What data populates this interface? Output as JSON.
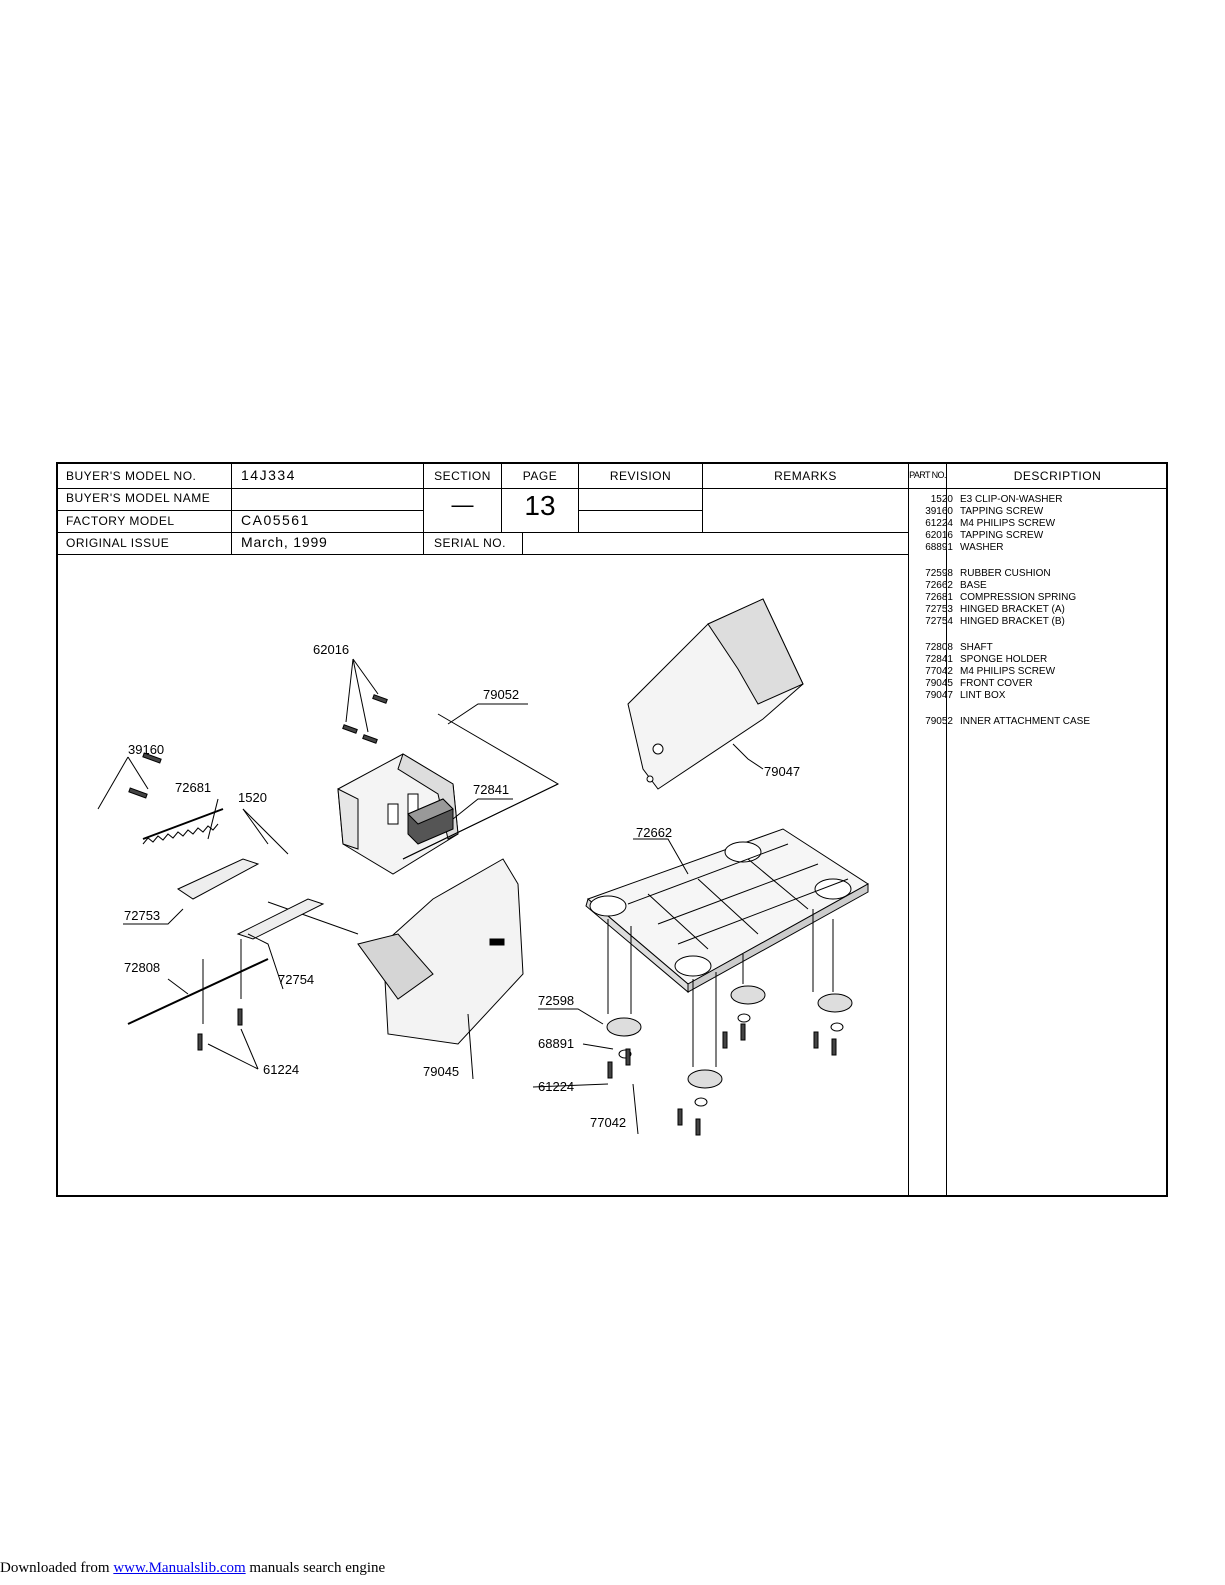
{
  "header": {
    "buyers_model_no_label": "BUYER'S MODEL NO.",
    "buyers_model_no": "14J334",
    "buyers_model_name_label": "BUYER'S MODEL NAME",
    "buyers_model_name": "",
    "factory_model_label": "FACTORY MODEL",
    "factory_model": "CA05561",
    "original_issue_label": "ORIGINAL ISSUE",
    "original_issue": "March, 1999",
    "section_label": "SECTION",
    "section_value": "—",
    "page_label": "PAGE",
    "page_value": "13",
    "revision_label": "REVISION",
    "remarks_label": "REMARKS",
    "serial_no_label": "SERIAL NO.",
    "part_no_label": "PART NO.",
    "description_label": "DESCRIPTION"
  },
  "parts": [
    {
      "no": "1520",
      "desc": "E3 CLIP-ON-WASHER"
    },
    {
      "no": "39160",
      "desc": "TAPPING SCREW"
    },
    {
      "no": "61224",
      "desc": "M4 PHILIPS SCREW"
    },
    {
      "no": "62016",
      "desc": "TAPPING SCREW"
    },
    {
      "no": "68891",
      "desc": "WASHER"
    },
    {
      "no": "72598",
      "desc": "RUBBER CUSHION"
    },
    {
      "no": "72662",
      "desc": "BASE"
    },
    {
      "no": "72681",
      "desc": "COMPRESSION SPRING"
    },
    {
      "no": "72753",
      "desc": "HINGED BRACKET (A)"
    },
    {
      "no": "72754",
      "desc": "HINGED BRACKET (B)"
    },
    {
      "no": "72808",
      "desc": "SHAFT"
    },
    {
      "no": "72841",
      "desc": "SPONGE HOLDER"
    },
    {
      "no": "77042",
      "desc": "M4 PHILIPS SCREW"
    },
    {
      "no": "79045",
      "desc": "FRONT COVER"
    },
    {
      "no": "79047",
      "desc": "LINT BOX"
    },
    {
      "no": "79052",
      "desc": "INNER ATTACHMENT CASE"
    }
  ],
  "callouts": {
    "c62016": "62016",
    "c79052": "79052",
    "c39160": "39160",
    "c72681": "72681",
    "c1520": "1520",
    "c72841": "72841",
    "c72753": "72753",
    "c72808": "72808",
    "c72754": "72754",
    "c61224a": "61224",
    "c79045": "79045",
    "c79047": "79047",
    "c72662": "72662",
    "c72598": "72598",
    "c68891": "68891",
    "c61224b": "61224",
    "c77042": "77042"
  },
  "footer": {
    "prefix": "Downloaded from ",
    "link": "www.Manualslib.com",
    "suffix": " manuals search engine"
  }
}
